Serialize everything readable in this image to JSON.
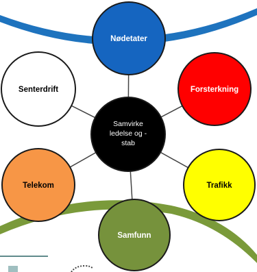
{
  "diagram": {
    "center": {
      "label_lines": [
        "Samvirke",
        "ledelse og   -",
        "stab"
      ],
      "fill": "#000000",
      "text_color": "#ffffff"
    },
    "nodes": [
      {
        "id": "nodetater",
        "label": "Nødetater",
        "fill": "#1565c0",
        "text_color": "#ffffff"
      },
      {
        "id": "forsterkning",
        "label": "Forsterkning",
        "fill": "#ff0000",
        "text_color": "#ffffff"
      },
      {
        "id": "trafikk",
        "label": "Trafikk",
        "fill": "#ffff00",
        "text_color": "#000000"
      },
      {
        "id": "samfunn",
        "label": "Samfunn",
        "fill": "#76923c",
        "text_color": "#ffffff"
      },
      {
        "id": "telekom",
        "label": "Telekom",
        "fill": "#f79646",
        "text_color": "#000000"
      },
      {
        "id": "senterdrift",
        "label": "Senterdrift",
        "fill": "#ffffff",
        "text_color": "#000000"
      }
    ],
    "colors": {
      "top_swoosh": "#1e73be",
      "bottom_swoosh": "#7a9a3a",
      "node_stroke": "#1a1a1a",
      "spoke": "#444444"
    }
  }
}
